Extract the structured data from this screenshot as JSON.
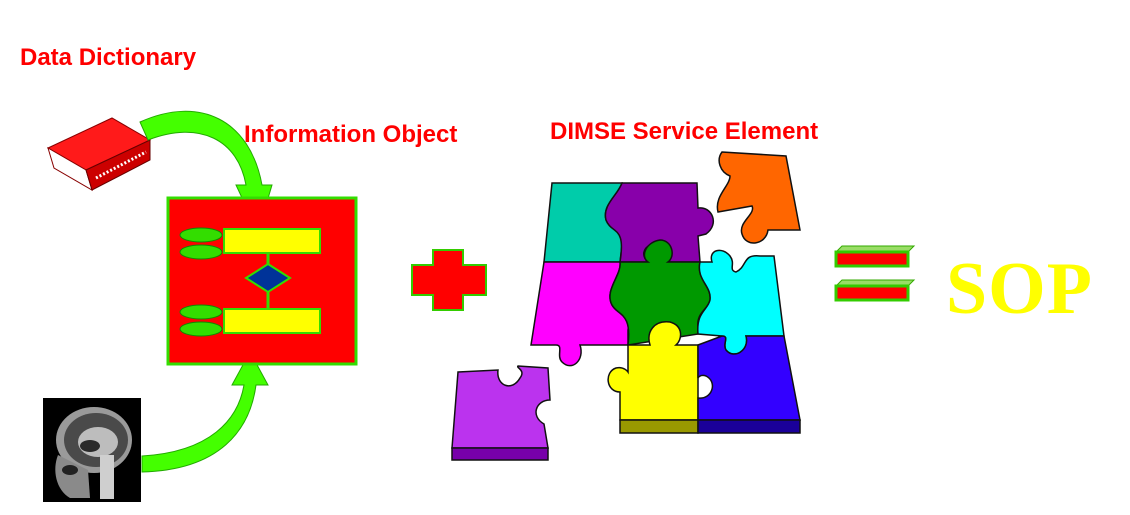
{
  "labels": {
    "data_dictionary": "Data Dictionary",
    "information_object": "Information Object",
    "dimse_service_element": "DIMSE Service Element",
    "sop": "SOP"
  },
  "colors": {
    "label_red": "#ff0000",
    "sop_yellow": "#ffff00",
    "arrow_green": "#33ff00",
    "puzzle": [
      "#00ccaa",
      "#8800aa",
      "#ff6600",
      "#ff00ff",
      "#009900",
      "#00ffff",
      "#ffff00",
      "#3300ff",
      "#bb33ee"
    ]
  },
  "icons": [
    "book-icon",
    "mri-brain-icon",
    "plus-sign",
    "equals-sign",
    "puzzle-pieces"
  ]
}
